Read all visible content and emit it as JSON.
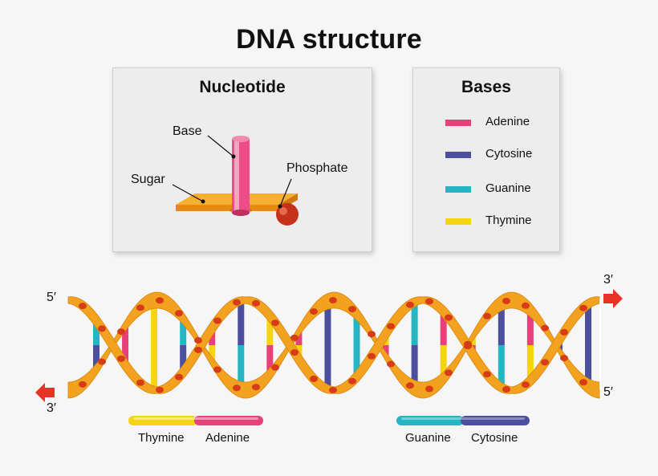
{
  "title": "DNA structure",
  "nucleotide_panel": {
    "title": "Nucleotide",
    "labels": {
      "base": "Base",
      "sugar": "Sugar",
      "phosphate": "Phosphate"
    }
  },
  "bases_panel": {
    "title": "Bases",
    "items": [
      {
        "name": "Adenine",
        "color": "#e8407a"
      },
      {
        "name": "Cytosine",
        "color": "#4b4f9e"
      },
      {
        "name": "Guanine",
        "color": "#25b5c3"
      },
      {
        "name": "Thymine",
        "color": "#f5d512"
      }
    ]
  },
  "helix": {
    "ends": {
      "top_left": "5′",
      "top_right": "3′",
      "bottom_left": "3′",
      "bottom_right": "5′"
    },
    "strand_color": "#f2a21e",
    "phosphate_color": "#d63c18",
    "arrow_color": "#e63323",
    "rungs": [
      [
        "G",
        "C"
      ],
      [
        "A",
        "A"
      ],
      [
        "T",
        "T"
      ],
      [
        "G",
        "C"
      ],
      [
        "A",
        "T"
      ],
      [
        "C",
        "G"
      ],
      [
        "T",
        "A"
      ],
      [
        "A",
        "T"
      ],
      [
        "C",
        "C"
      ],
      [
        "G",
        "G"
      ],
      [
        "T",
        "A"
      ],
      [
        "G",
        "C"
      ],
      [
        "A",
        "T"
      ],
      [
        "T",
        "A"
      ],
      [
        "C",
        "G"
      ],
      [
        "A",
        "T"
      ],
      [
        "G",
        "C"
      ],
      [
        "C",
        "C"
      ]
    ]
  },
  "pairs": [
    {
      "left": "Thymine",
      "right": "Adenine",
      "left_color": "#f5d512",
      "right_color": "#e8407a"
    },
    {
      "left": "Guanine",
      "right": "Cytosine",
      "left_color": "#25b5c3",
      "right_color": "#4b4f9e"
    }
  ]
}
